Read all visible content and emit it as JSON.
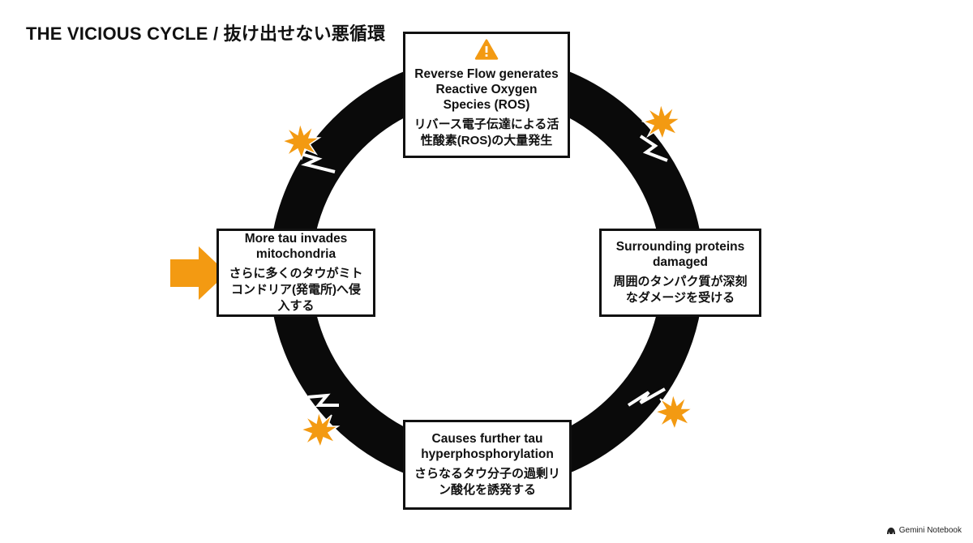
{
  "title": "THE VICIOUS CYCLE / 抜け出せない悪循環",
  "colors": {
    "ring": "#0a0a0a",
    "accent": "#f39a12",
    "box_border": "#111111"
  },
  "nodes": {
    "top": {
      "icon": "warning-triangle-icon",
      "en": "Reverse Flow generates Reactive Oxygen Species (ROS)",
      "ja": "リバース電子伝達による活性酸素(ROS)の大量発生"
    },
    "right": {
      "en": "Surrounding proteins damaged",
      "ja": "周囲のタンパク質が深刻なダメージを受ける"
    },
    "bottom": {
      "en": "Causes further tau hyperphosphorylation",
      "ja": "さらなるタウ分子の過剰リン酸化を誘発する"
    },
    "left": {
      "en": "More tau invades mitochondria",
      "ja": "さらに多くのタウがミトコンドリア(発電所)へ侵入する"
    }
  },
  "decorations": {
    "entry_arrow": "orange-right-arrow-icon",
    "burst": "explosion-burst-icon"
  },
  "watermark": {
    "icon": "gemini-notebook-logo-icon",
    "text": "Gemini Notebook"
  }
}
